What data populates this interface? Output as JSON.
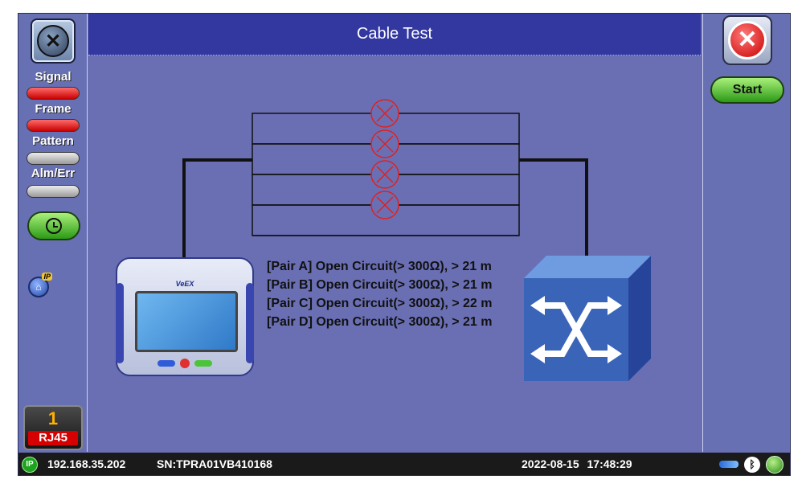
{
  "app": {
    "title": "Cable Test"
  },
  "left_panel": {
    "indicators": [
      {
        "label": "Signal",
        "state": "red"
      },
      {
        "label": "Frame",
        "state": "red"
      },
      {
        "label": "Pattern",
        "state": "gray"
      },
      {
        "label": "Alm/Err",
        "state": "gray"
      }
    ],
    "port": {
      "number": "1",
      "name": "RJ45"
    },
    "ip_badge": "IP"
  },
  "right_panel": {
    "start_label": "Start"
  },
  "tester": {
    "logo": "VeEX"
  },
  "results": [
    "[Pair A] Open Circuit(> 300Ω), > 21 m",
    "[Pair B] Open Circuit(> 300Ω), > 21 m",
    "[Pair C] Open Circuit(> 300Ω), > 22 m",
    "[Pair D] Open Circuit(> 300Ω), > 21 m"
  ],
  "status_bar": {
    "ip_icon": "IP",
    "ip_address": "192.168.35.202",
    "serial": "SN:TPRA01VB410168",
    "datetime": "2022-08-15  17:48:29"
  },
  "colors": {
    "background": "#6a6fb4",
    "title_bar": "#3238a0",
    "fault_red": "#e02020",
    "status_bar": "#1a1a1a",
    "switch_blue": "#3a64b8"
  },
  "icons": {
    "home": "tools-icon",
    "close": "close-icon",
    "history": "history-icon",
    "fault": "open-circuit-icon",
    "switch": "network-switch-icon"
  }
}
